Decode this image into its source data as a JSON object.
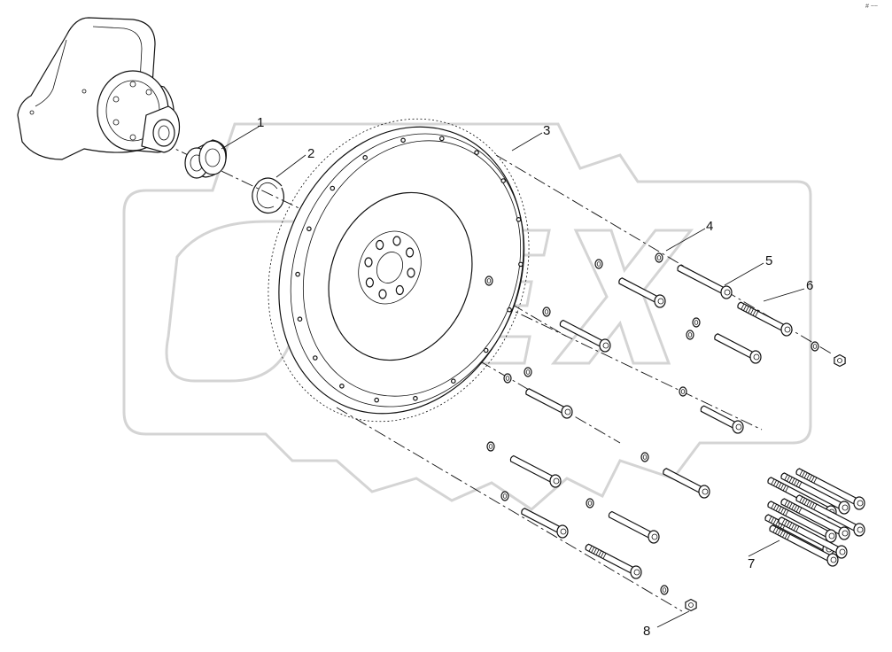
{
  "corner_mark": "# ~~",
  "watermark_text": "OPEX",
  "callouts": [
    {
      "id": "1",
      "label": "1"
    },
    {
      "id": "2",
      "label": "2"
    },
    {
      "id": "3",
      "label": "3"
    },
    {
      "id": "4",
      "label": "4"
    },
    {
      "id": "5",
      "label": "5"
    },
    {
      "id": "6",
      "label": "6"
    },
    {
      "id": "7",
      "label": "7"
    },
    {
      "id": "8",
      "label": "8"
    }
  ],
  "colors": {
    "line": "#111111",
    "watermark": "#d4d4d4",
    "background": "#ffffff"
  }
}
